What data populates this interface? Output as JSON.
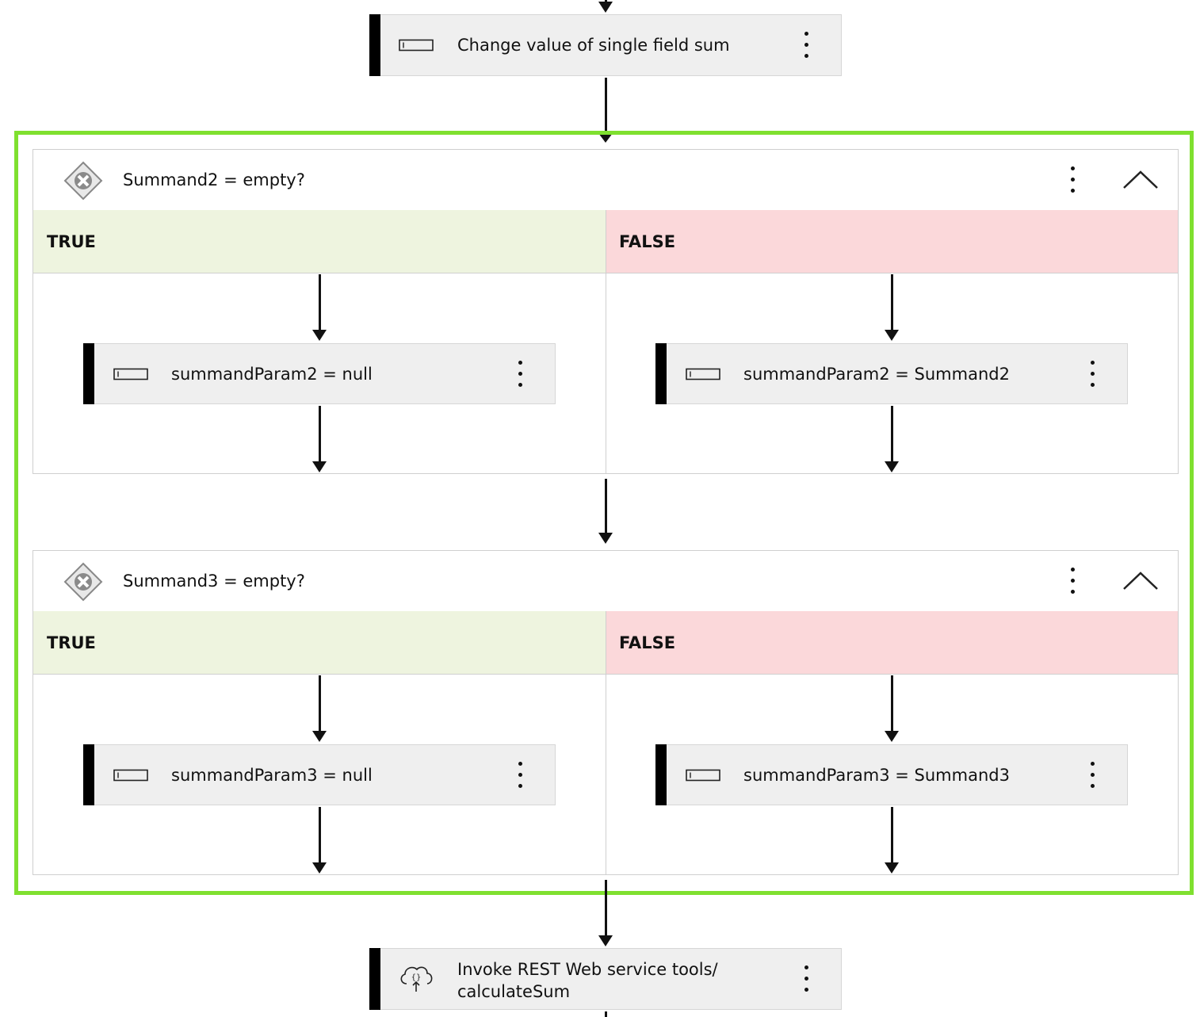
{
  "top_step": {
    "label": "Change value of single field sum",
    "icon": "field-icon"
  },
  "conditions": [
    {
      "title": "Summand2 = empty?",
      "true_label": "TRUE",
      "false_label": "FALSE",
      "true_step": "summandParam2 = null",
      "false_step": "summandParam2 = Summand2"
    },
    {
      "title": "Summand3 = empty?",
      "true_label": "TRUE",
      "false_label": "FALSE",
      "true_step": "summandParam3 = null",
      "false_step": "summandParam3 = Summand3"
    }
  ],
  "bottom_step": {
    "line1": "Invoke REST Web service tools/",
    "line2": "calculateSum",
    "icon": "cloud-rest-icon"
  },
  "colors": {
    "group_border": "#7fe02f",
    "true_bg": "#eef4df",
    "false_bg": "#fbd8da",
    "step_bg": "#efefef"
  }
}
